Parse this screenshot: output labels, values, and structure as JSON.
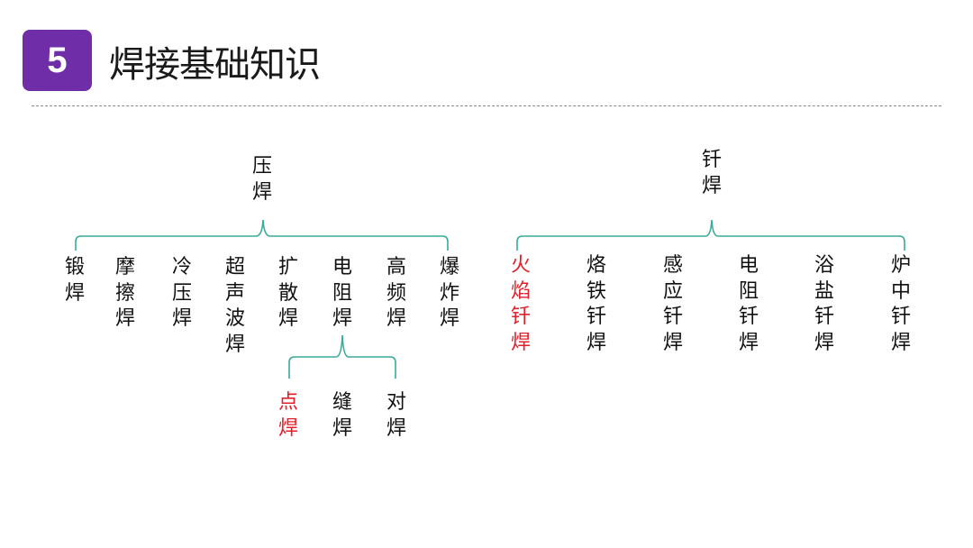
{
  "header": {
    "section_number": "5",
    "title": "焊接基础知识",
    "badge_color": "#6f2da8"
  },
  "colors": {
    "bracket": "#3aaa9a",
    "highlight": "#e0202a",
    "text": "#111111"
  },
  "diagram": {
    "left_group": {
      "root": {
        "label": "压焊",
        "chars": [
          "压",
          "焊"
        ]
      },
      "children": [
        {
          "label": "锻焊",
          "chars": [
            "锻",
            "焊"
          ],
          "highlight": false
        },
        {
          "label": "摩擦焊",
          "chars": [
            "摩",
            "擦",
            "焊"
          ],
          "highlight": false
        },
        {
          "label": "冷压焊",
          "chars": [
            "冷",
            "压",
            "焊"
          ],
          "highlight": false
        },
        {
          "label": "超声波焊",
          "chars": [
            "超",
            "声",
            "波",
            "焊"
          ],
          "highlight": false
        },
        {
          "label": "扩散焊",
          "chars": [
            "扩",
            "散",
            "焊"
          ],
          "highlight": false
        },
        {
          "label": "电阻焊",
          "chars": [
            "电",
            "阻",
            "焊"
          ],
          "highlight": false
        },
        {
          "label": "高频焊",
          "chars": [
            "高",
            "频",
            "焊"
          ],
          "highlight": false
        },
        {
          "label": "爆炸焊",
          "chars": [
            "爆",
            "炸",
            "焊"
          ],
          "highlight": false
        }
      ],
      "sub_group": {
        "parent": "电阻焊",
        "children": [
          {
            "label": "点焊",
            "chars": [
              "点",
              "焊"
            ],
            "highlight": true
          },
          {
            "label": "缝焊",
            "chars": [
              "缝",
              "焊"
            ],
            "highlight": false
          },
          {
            "label": "对焊",
            "chars": [
              "对",
              "焊"
            ],
            "highlight": false
          }
        ]
      }
    },
    "right_group": {
      "root": {
        "label": "钎焊",
        "chars": [
          "钎",
          "焊"
        ]
      },
      "children": [
        {
          "label": "火焰钎焊",
          "chars": [
            "火",
            "焰",
            "钎",
            "焊"
          ],
          "highlight": true
        },
        {
          "label": "烙铁钎焊",
          "chars": [
            "烙",
            "铁",
            "钎",
            "焊"
          ],
          "highlight": false
        },
        {
          "label": "感应钎焊",
          "chars": [
            "感",
            "应",
            "钎",
            "焊"
          ],
          "highlight": false
        },
        {
          "label": "电阻钎焊",
          "chars": [
            "电",
            "阻",
            "钎",
            "焊"
          ],
          "highlight": false
        },
        {
          "label": "浴盐钎焊",
          "chars": [
            "浴",
            "盐",
            "钎",
            "焊"
          ],
          "highlight": false
        },
        {
          "label": "炉中钎焊",
          "chars": [
            "炉",
            "中",
            "钎",
            "焊"
          ],
          "highlight": false
        }
      ]
    }
  }
}
